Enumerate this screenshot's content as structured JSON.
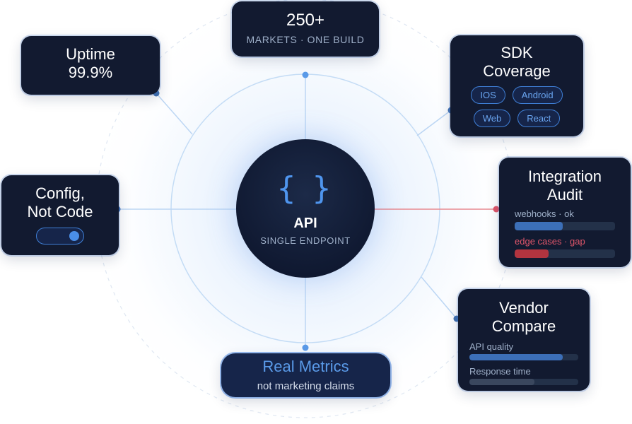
{
  "hub": {
    "icon": "curly-braces-icon",
    "glyph": "{ }",
    "title": "API",
    "subtitle": "SINGLE ENDPOINT"
  },
  "markets": {
    "title": "250+",
    "subtitle": "MARKETS · ONE BUILD"
  },
  "uptime": {
    "line1": "Uptime",
    "line2": "99.9%"
  },
  "sdk": {
    "line1": "SDK",
    "line2": "Coverage",
    "chips": [
      "IOS",
      "Android",
      "Web",
      "React"
    ]
  },
  "config": {
    "line1": "Config,",
    "line2": "Not Code",
    "toggle_on": true
  },
  "audit": {
    "line1": "Integration",
    "line2": "Audit",
    "rows": [
      {
        "label": "webhooks · ok",
        "level": 0.48,
        "status": "ok"
      },
      {
        "label": "edge cases · gap",
        "level": 0.34,
        "status": "gap"
      }
    ]
  },
  "vendor": {
    "line1": "Vendor",
    "line2": "Compare",
    "rows": [
      {
        "label": "API quality",
        "level": 0.86
      },
      {
        "label": "Response time",
        "level": 0.6
      }
    ]
  },
  "metrics": {
    "title": "Real Metrics",
    "subtitle": "not marketing claims"
  },
  "colors": {
    "card_bg": "#121a30",
    "accent": "#4a8ee8",
    "ok_fill": "#3c6fb8",
    "gap_text": "#e0566a",
    "gap_fill": "#b2343f",
    "connector": "#bcd6f4",
    "connector_alert": "#e88a90"
  }
}
